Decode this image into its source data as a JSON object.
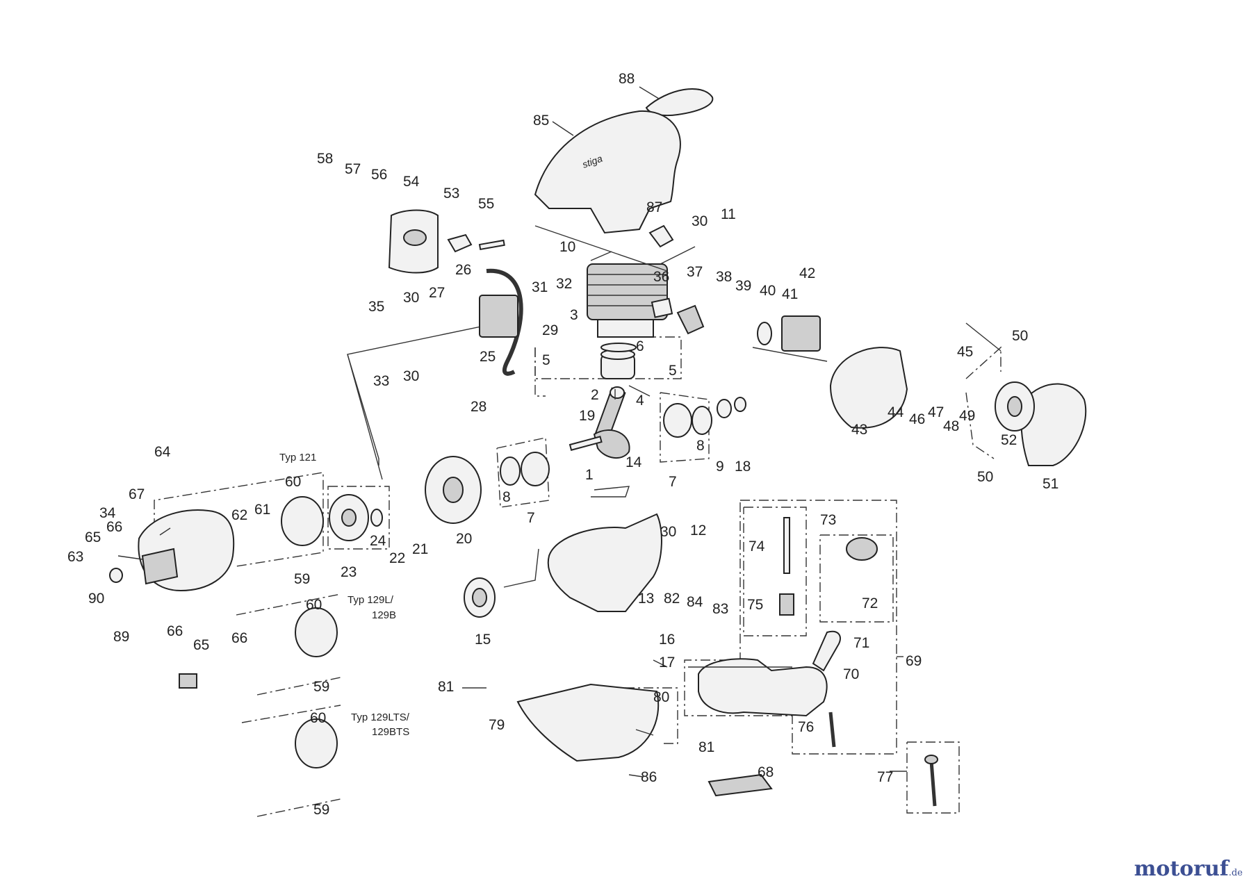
{
  "labels": [
    "88",
    "85",
    "58",
    "57",
    "56",
    "54",
    "53",
    "55",
    "87",
    "30",
    "11",
    "10",
    "26",
    "31",
    "32",
    "36",
    "37",
    "38",
    "39",
    "40",
    "41",
    "42",
    "35",
    "30",
    "27",
    "29",
    "3",
    "25",
    "33",
    "30",
    "6",
    "5",
    "5",
    "4",
    "45",
    "50",
    "28",
    "2",
    "19",
    "43",
    "44",
    "46",
    "47",
    "48",
    "49",
    "52",
    "1",
    "14",
    "8",
    "9",
    "18",
    "7",
    "50",
    "51",
    "64",
    "60",
    "62",
    "61",
    "67",
    "34",
    "66",
    "65",
    "63",
    "8",
    "7",
    "20",
    "24",
    "21",
    "22",
    "23",
    "59",
    "90",
    "30",
    "12",
    "73",
    "74",
    "72",
    "75",
    "71",
    "82",
    "84",
    "83",
    "13",
    "15",
    "16",
    "69",
    "17",
    "89",
    "66",
    "65",
    "66",
    "60",
    "59",
    "81",
    "80",
    "70",
    "79",
    "60",
    "76",
    "81",
    "68",
    "86",
    "77",
    "59"
  ],
  "type_labels": [
    "Typ 121",
    "Typ 129L/",
    "129B",
    "Typ 129LTS/",
    "129BTS"
  ],
  "brand": {
    "name": "motoruf",
    "tld": ".de"
  }
}
